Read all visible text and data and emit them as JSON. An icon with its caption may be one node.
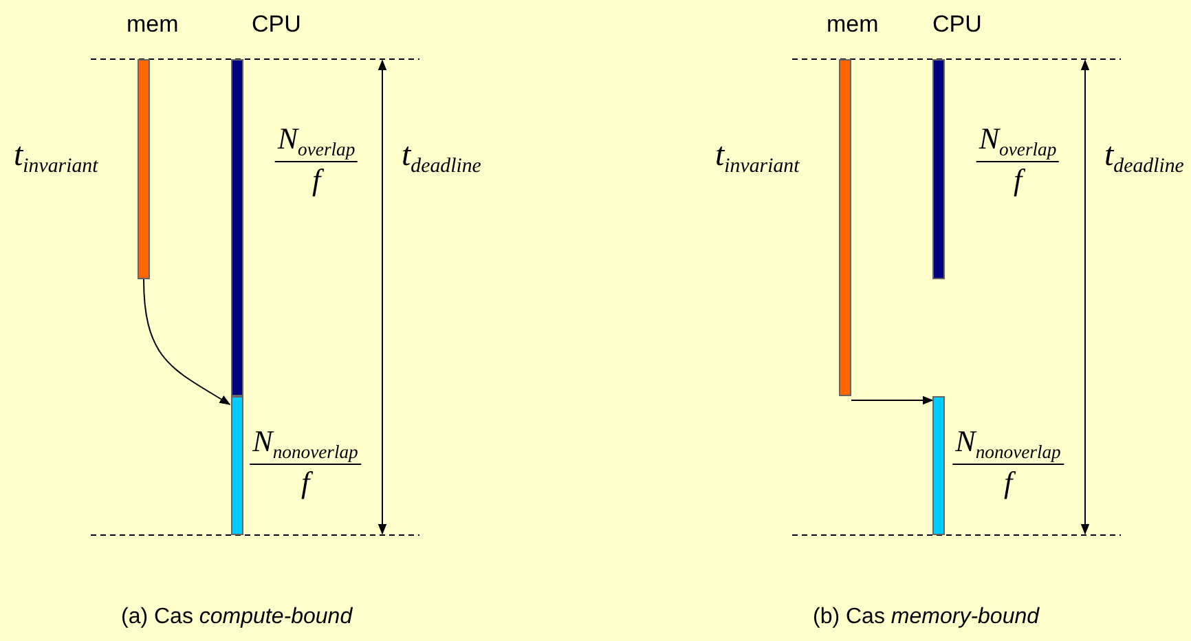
{
  "diagram": {
    "nodes": [
      {
        "text": [],
        "shape": "bar",
        "beside": [
          "t$_{invariant}$"
        ]
      },
      {
        "text": [],
        "shape": "bar",
        "beside": [
          "N$_{overlap}$",
          "f"
        ]
      },
      {
        "text": [],
        "shape": "bar",
        "beside": [
          "N$_{nonoverlap}$",
          "f"
        ]
      },
      {
        "text": [],
        "shape": "bar",
        "beside": [
          "t$_{invariant}$"
        ]
      },
      {
        "text": [],
        "shape": "bar",
        "beside": [
          "N$_{overlap}$",
          "f"
        ]
      },
      {
        "text": [],
        "shape": "bar",
        "beside": [
          "N$_{nonoverlap}$",
          "f"
        ]
      }
    ],
    "edges": [
      {
        "from": 0,
        "to": 2,
        "arrow": "to"
      },
      {
        "from": 3,
        "to": 5,
        "arrow": "to"
      }
    ],
    "labels": [
      "mem",
      "CPU",
      "mem",
      "CPU",
      "t$_{deadline}$",
      "t$_{deadline}$",
      "(a) Cas *compute-bound*",
      "(b) Cas *memory-bound*"
    ]
  }
}
